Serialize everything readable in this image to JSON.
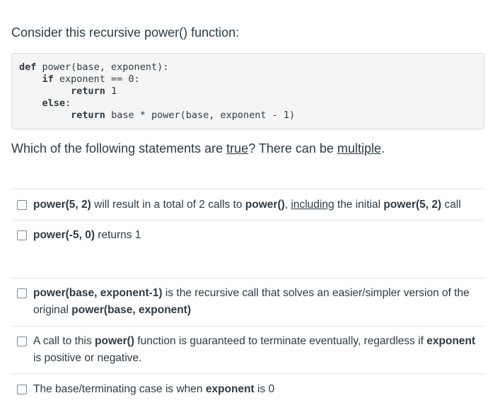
{
  "intro": "Consider this recursive power() function:",
  "code": {
    "l1_kw": "def",
    "l1_rest": " power(base, exponent):",
    "l2_indent": "    ",
    "l2_kw": "if",
    "l2_rest": " exponent == 0:",
    "l3_indent": "         ",
    "l3_kw": "return",
    "l3_rest": " 1",
    "l4_indent": "    ",
    "l4_kw": "else",
    "l4_rest": ":",
    "l5_indent": "         ",
    "l5_kw": "return",
    "l5_rest": " base * power(base, exponent - 1)"
  },
  "question": {
    "part1": "Which of the following statements are ",
    "true_word": "true",
    "part2": "? There can be ",
    "multiple_word": "multiple",
    "part3": "."
  },
  "options": {
    "o1": {
      "b1": "power(5, 2)",
      "t1": " will result in a total of 2 calls to ",
      "b2": "power()",
      "t2": ", ",
      "u1": "including",
      "t3": " the initial ",
      "b3": "power(5, 2)",
      "t4": " call"
    },
    "o2": {
      "b1": "power(-5, 0)",
      "t1": " returns 1"
    },
    "o3": {
      "b1": "power(base, exponent-1)",
      "t1": " is the recursive call that solves an easier/simpler version of the original ",
      "b2": "power(base, exponent)"
    },
    "o4": {
      "t1": "A call to this ",
      "b1": "power()",
      "t2": " function is guaranteed to terminate eventually, regardless if ",
      "b2": "exponent",
      "t3": " is positive or negative."
    },
    "o5": {
      "t1": "The base/terminating case is when ",
      "b1": "exponent",
      "t2": " is 0"
    }
  }
}
